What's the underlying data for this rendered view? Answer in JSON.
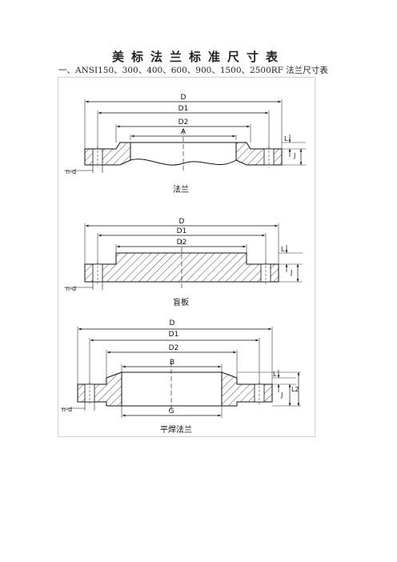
{
  "document": {
    "title": "美标法兰标准尺寸表",
    "subtitle": "一、ANSI150、300、400、600、900、1500、2500RF 法兰尺寸表"
  },
  "figures": [
    {
      "caption": "法兰",
      "labels": {
        "D": "D",
        "D1": "D1",
        "D2": "D2",
        "A": "A",
        "L": "L",
        "J": "J",
        "nd": "n-d"
      }
    },
    {
      "caption": "盲板",
      "labels": {
        "D": "D",
        "D1": "D1",
        "D2": "D2",
        "L": "L",
        "J": "J",
        "nd": "n-d"
      }
    },
    {
      "caption": "平焊法兰",
      "labels": {
        "D": "D",
        "D1": "D1",
        "D2": "D2",
        "B": "B",
        "G": "G",
        "L": "L",
        "J": "J",
        "L2": "L2",
        "nd": "n-d"
      }
    }
  ]
}
